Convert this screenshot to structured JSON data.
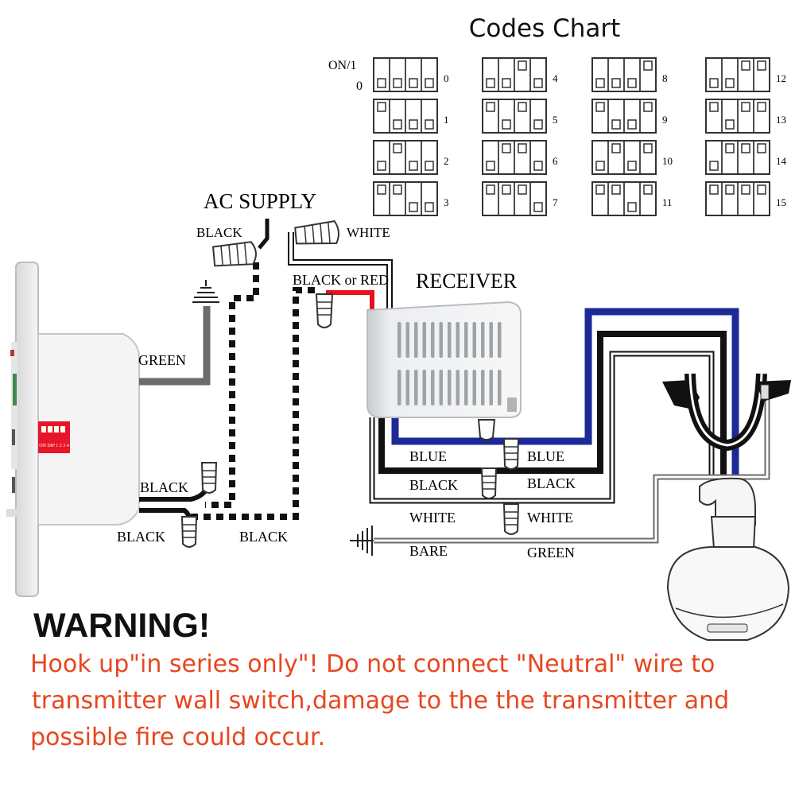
{
  "codes_chart": {
    "title": "Codes Chart",
    "on_label": "ON/1",
    "off_label": "0",
    "codes": [
      {
        "label": "0",
        "switches": [
          0,
          0,
          0,
          0
        ]
      },
      {
        "label": "1",
        "switches": [
          1,
          0,
          0,
          0
        ]
      },
      {
        "label": "2",
        "switches": [
          0,
          1,
          0,
          0
        ]
      },
      {
        "label": "3",
        "switches": [
          1,
          1,
          0,
          0
        ]
      },
      {
        "label": "4",
        "switches": [
          0,
          0,
          1,
          0
        ]
      },
      {
        "label": "5",
        "switches": [
          1,
          0,
          1,
          0
        ]
      },
      {
        "label": "6",
        "switches": [
          0,
          1,
          1,
          0
        ]
      },
      {
        "label": "7",
        "switches": [
          1,
          1,
          1,
          0
        ]
      },
      {
        "label": "8",
        "switches": [
          0,
          0,
          0,
          1
        ]
      },
      {
        "label": "9",
        "switches": [
          1,
          0,
          0,
          1
        ]
      },
      {
        "label": "10",
        "switches": [
          0,
          1,
          0,
          1
        ]
      },
      {
        "label": "11",
        "switches": [
          1,
          1,
          0,
          1
        ]
      },
      {
        "label": "12",
        "switches": [
          0,
          0,
          1,
          1
        ]
      },
      {
        "label": "13",
        "switches": [
          1,
          0,
          1,
          1
        ]
      },
      {
        "label": "14",
        "switches": [
          0,
          1,
          1,
          1
        ]
      },
      {
        "label": "15",
        "switches": [
          1,
          1,
          1,
          1
        ]
      }
    ]
  },
  "labels": {
    "ac_supply": "AC SUPPLY",
    "black_supply": "BLACK",
    "white_supply": "WHITE",
    "black_or_red": "BLACK or RED",
    "receiver": "RECEIVER",
    "green_switch": "GREEN",
    "black_switch_top": "BLACK",
    "black_switch_bottom": "BLACK",
    "black_dashed": "BLACK",
    "blue_left": "BLUE",
    "blue_right": "BLUE",
    "black_left": "BLACK",
    "black_right": "BLACK",
    "white_left": "WHITE",
    "white_right": "WHITE",
    "bare": "BARE",
    "green_fan": "GREEN",
    "dip_text": "ON DIP 1 2 3 4"
  },
  "colors": {
    "blue_wire": "#1b2a96",
    "red_wire": "#e8101c",
    "black_wire": "#111111",
    "gray_wire": "#6b6b6b",
    "warning_red": "#e8461f",
    "dip_red": "#e8152a"
  },
  "warning": {
    "title": "WARNING!",
    "line1": "Hook up\"in series only\"! Do not connect \"Neutral\" wire to",
    "line2": " transmitter wall switch,damage to the the transmitter and",
    "line3": "possible fire could occur."
  }
}
